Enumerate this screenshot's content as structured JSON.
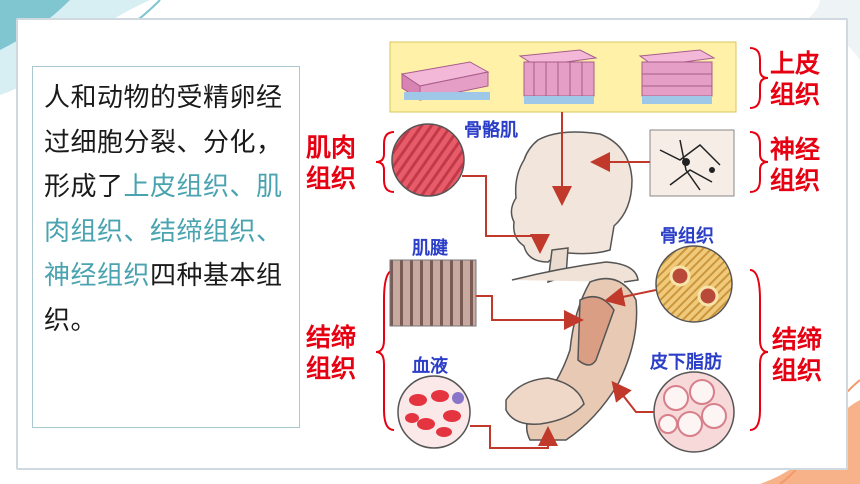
{
  "paragraph": {
    "p1": "人和动物的受精卵经过细胞分裂、分化，形成了",
    "h1": "上皮组织",
    "s1": "、",
    "h2": "肌肉组织",
    "s2": "、",
    "h3": "结缔组织",
    "s3": "、",
    "h4": "神经组织",
    "p2": "四种基本组织。"
  },
  "labels": {
    "epithelial": [
      "上皮",
      "组织"
    ],
    "muscle": [
      "肌肉",
      "组织"
    ],
    "nervous": [
      "神经",
      "组织"
    ],
    "connective_left": [
      "结缔",
      "组织"
    ],
    "connective_right": [
      "结缔",
      "组织"
    ]
  },
  "sub_labels": {
    "skeletal_muscle": "骨骼肌",
    "tendon": "肌腱",
    "blood": "血液",
    "bone": "骨组织",
    "fat": "皮下脂肪"
  },
  "colors": {
    "highlight": "#4aa3b0",
    "label_red": "#e60012",
    "label_blue": "#2b3ec7",
    "arrow": "#c0392b"
  }
}
